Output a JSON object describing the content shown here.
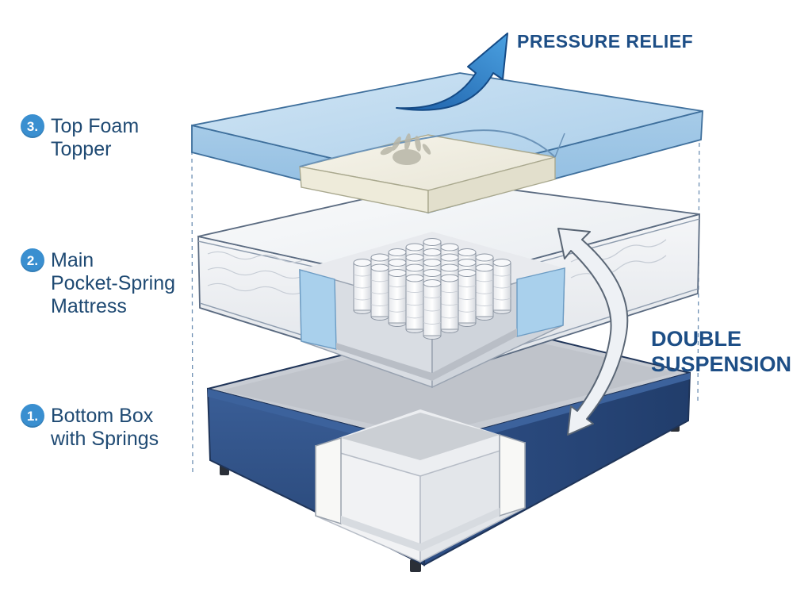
{
  "callouts": {
    "pressure_relief": "PRESSURE RELIEF",
    "double_suspension_line1": "DOUBLE",
    "double_suspension_line2": "SUSPENSION"
  },
  "layers": [
    {
      "number": "3.",
      "line1": "Top Foam",
      "line2": "Topper",
      "line3": ""
    },
    {
      "number": "2.",
      "line1": "Main",
      "line2": "Pocket-Spring",
      "line3": "Mattress"
    },
    {
      "number": "1.",
      "line1": "Bottom Box",
      "line2": "with Springs",
      "line3": ""
    }
  ],
  "colors": {
    "topper": "#bcd8ee",
    "memory_foam": "#f3f1e6",
    "mattress": "#f2f4f6",
    "box": "#2f4f86",
    "arrow_blue": "#2b78c2",
    "text_blue": "#1f4a73",
    "badge": "#3a8fd0"
  }
}
